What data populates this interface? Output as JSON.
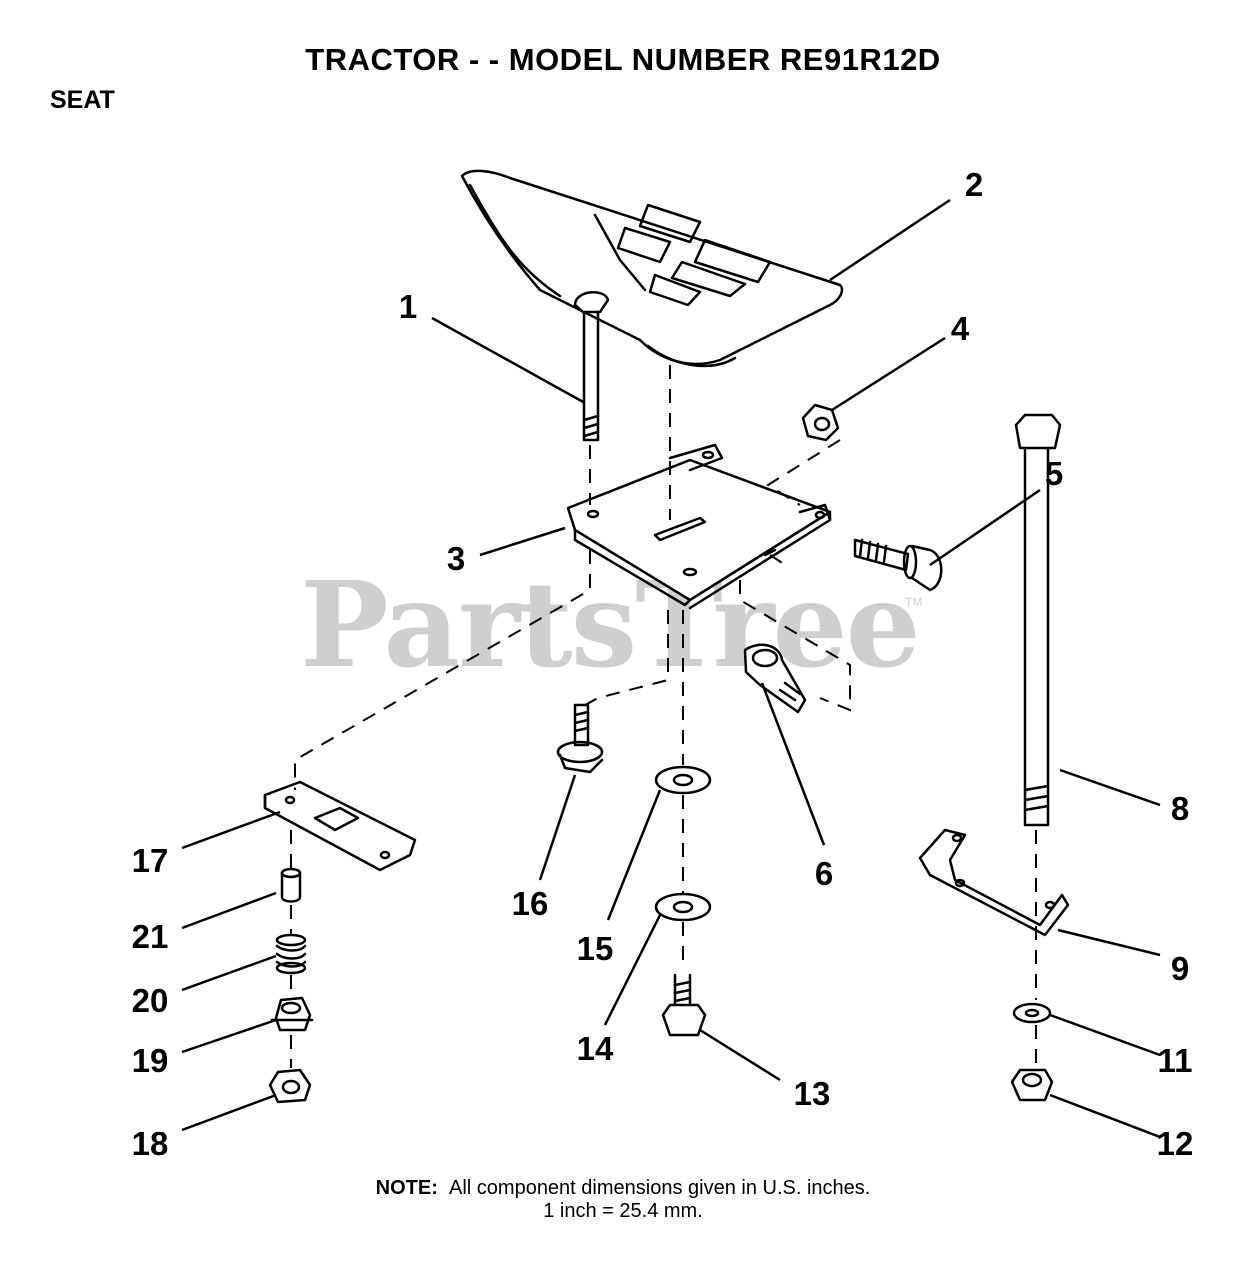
{
  "header": {
    "title": "TRACTOR - - MODEL NUMBER RE91R12D",
    "section": "SEAT"
  },
  "watermark": {
    "text": "PartsTree",
    "tm": "TM"
  },
  "parts": {
    "p1": "1",
    "p2": "2",
    "p3": "3",
    "p4": "4",
    "p5": "5",
    "p6": "6",
    "p8": "8",
    "p9": "9",
    "p11": "11",
    "p12": "12",
    "p13": "13",
    "p14": "14",
    "p15": "15",
    "p16": "16",
    "p17": "17",
    "p18": "18",
    "p19": "19",
    "p20": "20",
    "p21": "21"
  },
  "note": {
    "label": "NOTE:",
    "line1": "All component dimensions given in U.S. inches.",
    "line2": "1 inch = 25.4 mm."
  }
}
